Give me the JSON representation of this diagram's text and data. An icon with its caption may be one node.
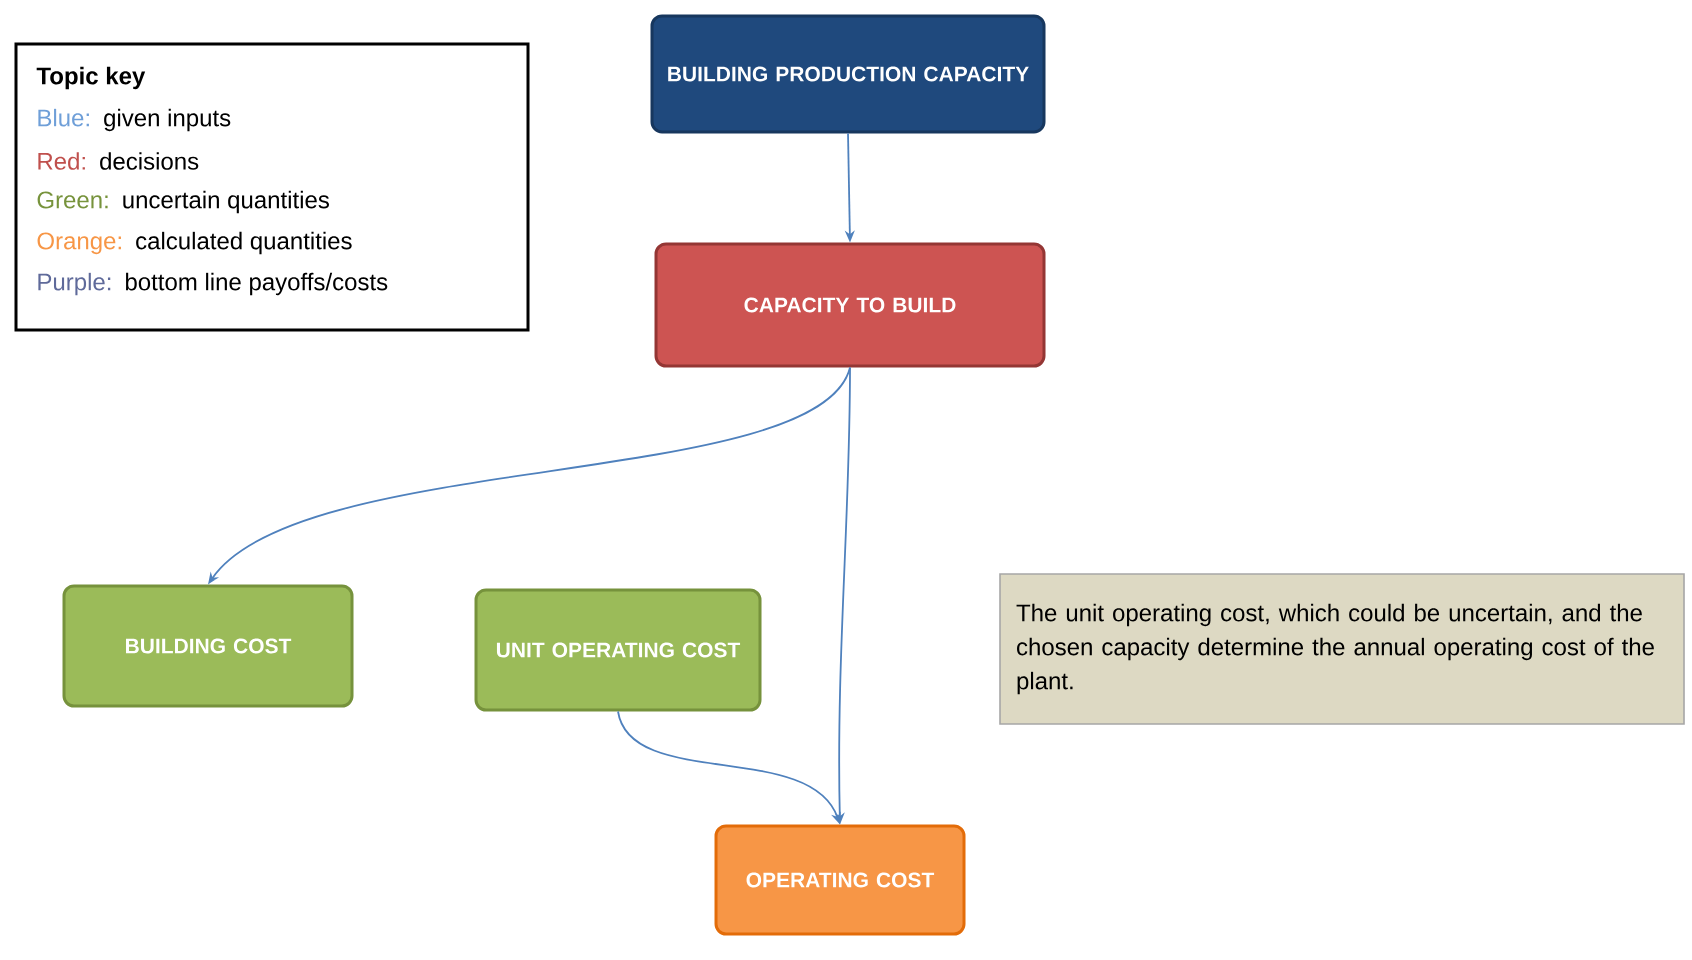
{
  "diagram": {
    "nodes": [
      {
        "text": [
          "BUILDING PRODUCTION CAPACITY"
        ]
      },
      {
        "text": [
          "CAPACITY TO BUILD"
        ]
      },
      {
        "text": [
          "BUILDING COST"
        ]
      },
      {
        "text": [
          "UNIT OPERATING COST"
        ]
      },
      {
        "text": [
          "OPERATING COST"
        ]
      },
      {
        "text": [
          "The unit operating cost, which could be uncertain, and the chosen capacity determine the annual operating cost of the plant."
        ]
      }
    ],
    "edges": [
      {
        "from": 0,
        "to": 1,
        "arrow": "to"
      },
      {
        "from": 1,
        "to": 2,
        "arrow": "to"
      },
      {
        "from": 1,
        "to": 4,
        "arrow": "to"
      },
      {
        "from": 3,
        "to": 4,
        "arrow": "to"
      }
    ],
    "labels": [
      "Topic key",
      "given inputs",
      "decisions",
      "uncertain quantities",
      "calculated quantities",
      "bottom line payoffs/costs"
    ],
    "legend": [
      {
        "text": "Blue:",
        "color": "#6f9fd8"
      },
      {
        "text": "Red:",
        "color": "#c0504d"
      },
      {
        "text": "Green:",
        "color": "#77933c"
      },
      {
        "text": "Orange:",
        "color": "#f79646"
      },
      {
        "text": "Purple:",
        "color": "#5f6a9a"
      }
    ]
  }
}
